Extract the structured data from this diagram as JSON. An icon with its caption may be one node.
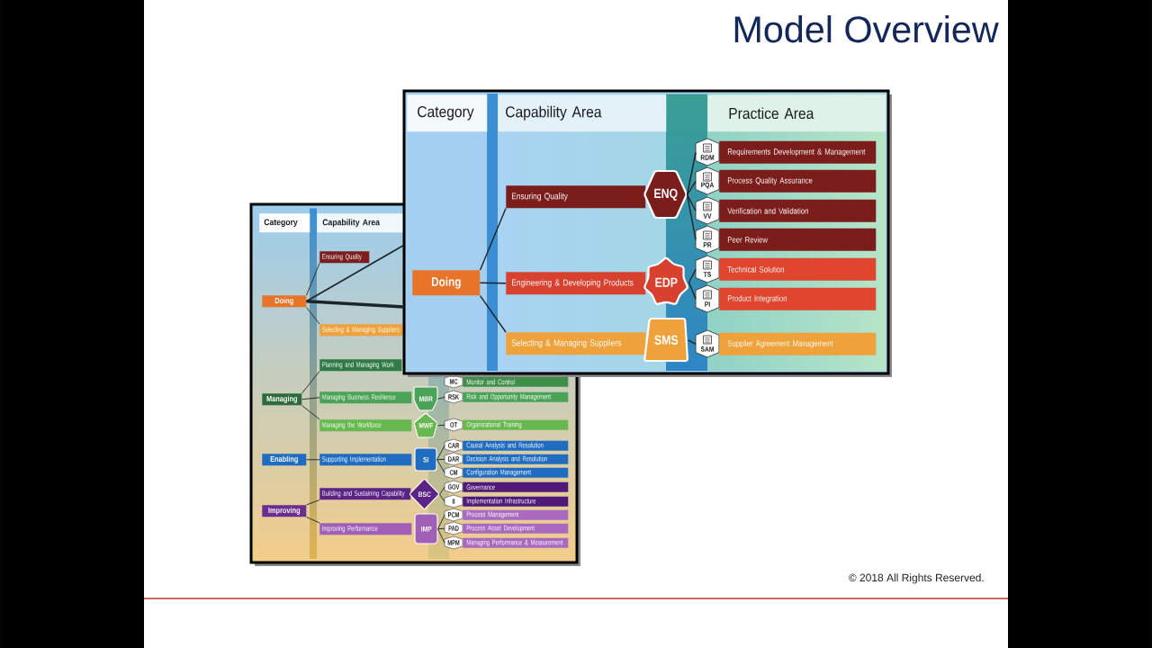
{
  "diagram": {
    "title": "Model Overview",
    "nodes": [
      {
        "text": [],
        "shape": "box"
      },
      {
        "text": [
          "Category"
        ],
        "in": 0
      },
      {
        "text": [
          "Capability Area"
        ],
        "in": 0
      },
      {
        "text": [
          "Doing"
        ],
        "in": 0
      },
      {
        "text": [
          "Managing"
        ],
        "in": 0
      },
      {
        "text": [
          "Enabling"
        ],
        "in": 0
      },
      {
        "text": [
          "Improving"
        ],
        "in": 0
      },
      {
        "text": [
          "Ensuring Quality"
        ],
        "in": 0
      },
      {
        "text": [
          "Selecting & Managing Suppliers"
        ],
        "in": 0
      },
      {
        "text": [
          "Planning and Managing Work"
        ],
        "in": 0
      },
      {
        "text": [
          "Managing Business Resilience"
        ],
        "in": 0
      },
      {
        "text": [
          "Managing the Workforce"
        ],
        "in": 0
      },
      {
        "text": [
          "Supporting Implementation"
        ],
        "in": 0
      },
      {
        "text": [
          "Building and Sustaining Capability"
        ],
        "in": 0
      },
      {
        "text": [
          "Improving Performance"
        ],
        "in": 0
      },
      {
        "text": [
          "MBR"
        ],
        "in": 0
      },
      {
        "text": [
          "MWF"
        ],
        "in": 0
      },
      {
        "text": [
          "SI"
        ],
        "in": 0
      },
      {
        "text": [
          "BSC"
        ],
        "in": 0
      },
      {
        "text": [
          "IMP"
        ],
        "in": 0
      },
      {
        "text": [
          "MC"
        ],
        "in": 0
      },
      {
        "text": [
          "Monitor and Control"
        ],
        "in": 0
      },
      {
        "text": [
          "RSK"
        ],
        "in": 0
      },
      {
        "text": [
          "Risk and Opportunity Management"
        ],
        "in": 0
      },
      {
        "text": [
          "OT"
        ],
        "in": 0
      },
      {
        "text": [
          "Organizational Training"
        ],
        "in": 0
      },
      {
        "text": [
          "CAR"
        ],
        "in": 0
      },
      {
        "text": [
          "Causal Analysis and Resolution"
        ],
        "in": 0
      },
      {
        "text": [
          "DAR"
        ],
        "in": 0
      },
      {
        "text": [
          "Decision Analysis and Resolution"
        ],
        "in": 0
      },
      {
        "text": [
          "CM"
        ],
        "in": 0
      },
      {
        "text": [
          "Configuration Management"
        ],
        "in": 0
      },
      {
        "text": [
          "GOV"
        ],
        "in": 0
      },
      {
        "text": [
          "Governance"
        ],
        "in": 0
      },
      {
        "text": [
          "II"
        ],
        "in": 0
      },
      {
        "text": [
          "Implementation Infrastructure"
        ],
        "in": 0
      },
      {
        "text": [
          "PCM"
        ],
        "in": 0
      },
      {
        "text": [
          "Process Management"
        ],
        "in": 0
      },
      {
        "text": [
          "PAD"
        ],
        "in": 0
      },
      {
        "text": [
          "Process Asset Development"
        ],
        "in": 0
      },
      {
        "text": [
          "MPM"
        ],
        "in": 0
      },
      {
        "text": [
          "Managing Performance & Measurement"
        ],
        "in": 0
      },
      {
        "text": [],
        "shape": "box"
      },
      {
        "text": [
          "Category"
        ],
        "in": 42
      },
      {
        "text": [
          "Capability Area"
        ],
        "in": 42
      },
      {
        "text": [
          "Practice Area"
        ],
        "in": 42
      },
      {
        "text": [
          "Doing"
        ]
      },
      {
        "text": [
          "Ensuring Quality"
        ],
        "in": 42
      },
      {
        "text": [
          "Engineering & Developing Products"
        ],
        "in": 42
      },
      {
        "text": [
          "Selecting & Managing Suppliers"
        ],
        "in": 42
      },
      {
        "text": [
          "ENQ"
        ],
        "in": 42
      },
      {
        "text": [
          "EDP"
        ],
        "in": 42
      },
      {
        "text": [
          "SMS"
        ],
        "in": 42
      },
      {
        "text": [
          "RDM"
        ],
        "in": 42
      },
      {
        "text": [
          "Requirements Development & Management"
        ],
        "in": 42
      },
      {
        "text": [
          "PQA"
        ],
        "in": 42
      },
      {
        "text": [
          "Process Quality Assurance"
        ],
        "in": 42
      },
      {
        "text": [
          "VV"
        ],
        "in": 42
      },
      {
        "text": [
          "Verification and Validation"
        ],
        "in": 42
      },
      {
        "text": [
          "PR"
        ],
        "in": 42
      },
      {
        "text": [
          "Peer Review"
        ],
        "in": 42
      },
      {
        "text": [
          "TS"
        ],
        "in": 42
      },
      {
        "text": [
          "Technical Solution"
        ],
        "in": 42
      },
      {
        "text": [
          "PI"
        ],
        "in": 42
      },
      {
        "text": [
          "Product Integration"
        ],
        "in": 42
      },
      {
        "text": [
          "SAM"
        ],
        "in": 42
      },
      {
        "text": [
          "Supplier Agreement Management"
        ],
        "in": 42
      }
    ],
    "edges": [
      {
        "from": 3,
        "to": 7,
        "arrow": "none"
      },
      {
        "from": 3,
        "to": 8,
        "arrow": "none"
      },
      {
        "from": 3,
        "to": 42,
        "arrow": "none"
      },
      {
        "from": 3,
        "to": 42,
        "arrow": "none",
        "style": "thick"
      },
      {
        "from": 4,
        "to": 9,
        "arrow": "none"
      },
      {
        "from": 4,
        "to": 10,
        "arrow": "none"
      },
      {
        "from": 4,
        "to": 11,
        "arrow": "none"
      },
      {
        "from": 5,
        "to": 12,
        "arrow": "none"
      },
      {
        "from": 6,
        "to": 13,
        "arrow": "none"
      },
      {
        "from": 6,
        "to": 14,
        "arrow": "none"
      },
      {
        "from": 15,
        "to": 22,
        "arrow": "none"
      },
      {
        "from": 16,
        "to": 24,
        "arrow": "none"
      },
      {
        "from": 17,
        "to": 26,
        "arrow": "none"
      },
      {
        "from": 17,
        "to": 28,
        "arrow": "none"
      },
      {
        "from": 17,
        "to": 30,
        "arrow": "none"
      },
      {
        "from": 18,
        "to": 32,
        "arrow": "none"
      },
      {
        "from": 18,
        "to": 34,
        "arrow": "none"
      },
      {
        "from": 19,
        "to": 36,
        "arrow": "none"
      },
      {
        "from": 19,
        "to": 38,
        "arrow": "none"
      },
      {
        "from": 19,
        "to": 40,
        "arrow": "none"
      },
      {
        "from": 46,
        "to": 47,
        "arrow": "none"
      },
      {
        "from": 46,
        "to": 48,
        "arrow": "none"
      },
      {
        "from": 46,
        "to": 49,
        "arrow": "none"
      },
      {
        "from": 50,
        "to": 53,
        "arrow": "none"
      },
      {
        "from": 50,
        "to": 55,
        "arrow": "none"
      },
      {
        "from": 50,
        "to": 57,
        "arrow": "none"
      },
      {
        "from": 50,
        "to": 59,
        "arrow": "none"
      },
      {
        "from": 51,
        "to": 61,
        "arrow": "none"
      },
      {
        "from": 51,
        "to": 63,
        "arrow": "none"
      },
      {
        "from": 52,
        "to": 65,
        "arrow": "none"
      }
    ],
    "labels": [
      "© 2018 All Rights Reserved."
    ]
  }
}
